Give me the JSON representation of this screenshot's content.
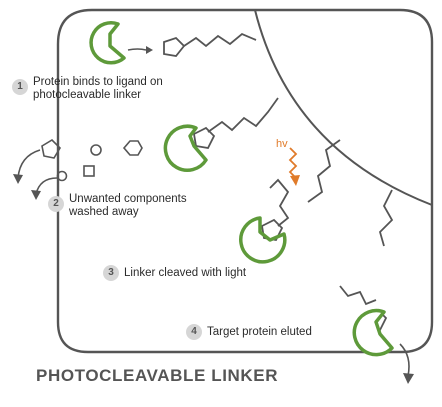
{
  "steps": [
    {
      "number": "1",
      "line1": "Protein binds to ligand on",
      "line2": "photocleavable linker"
    },
    {
      "number": "2",
      "line1": "Unwanted components",
      "line2": "washed away"
    },
    {
      "number": "3",
      "line1": "Linker cleaved with light",
      "line2": ""
    },
    {
      "number": "4",
      "line1": "Target protein eluted",
      "line2": ""
    }
  ],
  "light_label": "hv",
  "title": "PHOTOCLEAVABLE LINKER",
  "colors": {
    "protein": "#5e9a3a",
    "light": "#e07b2a",
    "outline": "#555555",
    "badge": "#d6d6d6"
  }
}
